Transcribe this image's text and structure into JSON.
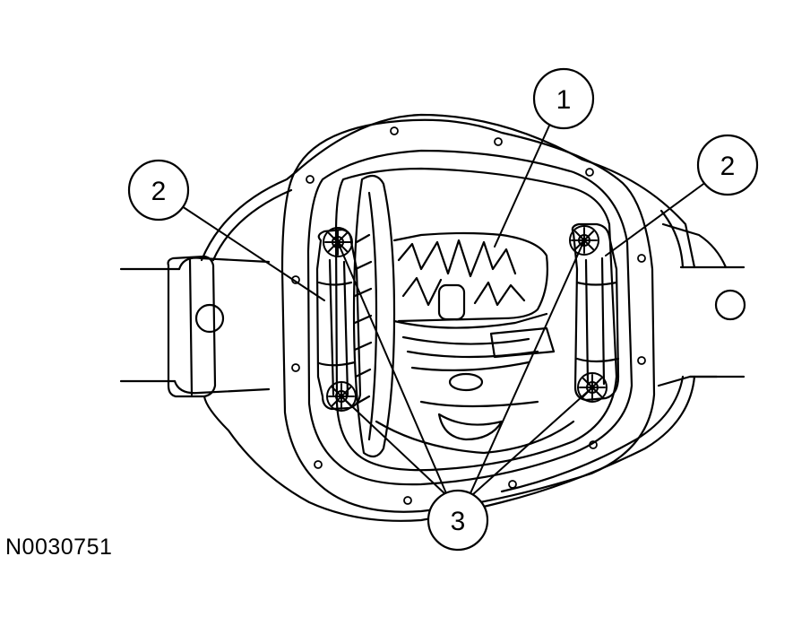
{
  "figure_id": "N0030751",
  "callouts": [
    {
      "label": "1"
    },
    {
      "label": "2"
    },
    {
      "label": "2"
    },
    {
      "label": "3"
    }
  ]
}
